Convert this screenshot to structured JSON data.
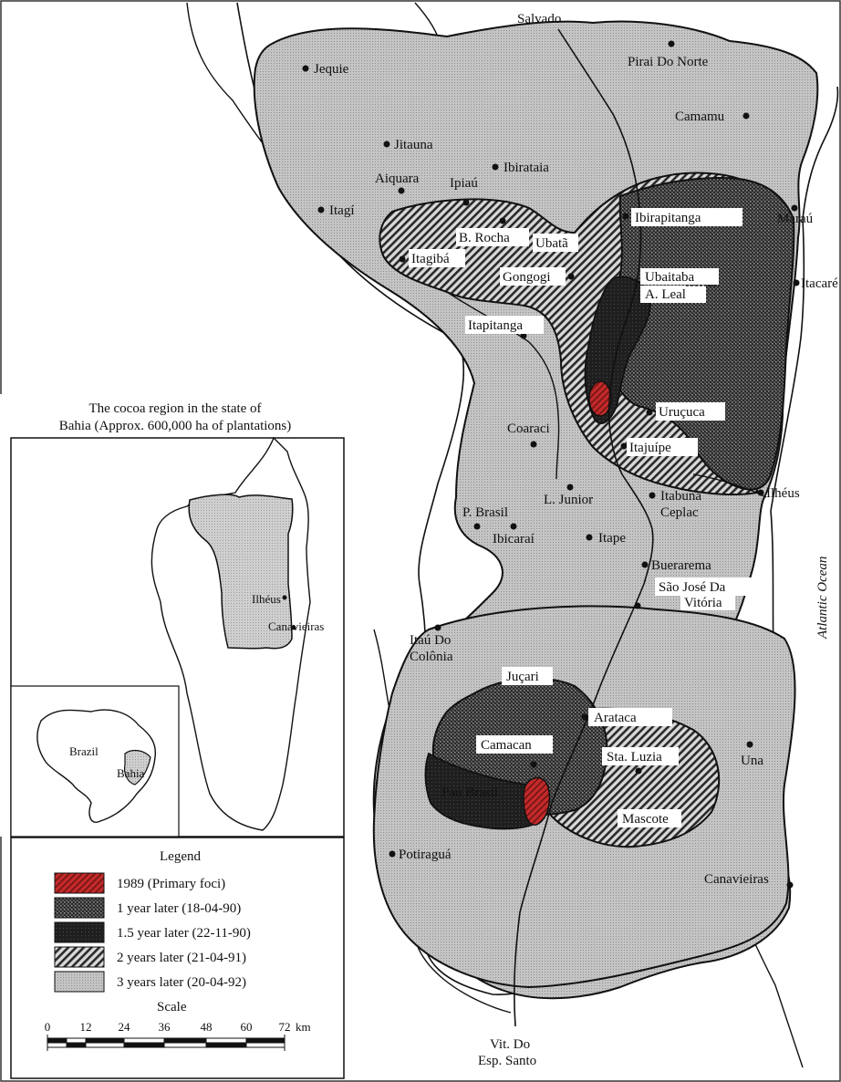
{
  "inset": {
    "title_line1": "The cocoa region in the state of",
    "title_line2": "Bahia (Approx. 600,000 ha of plantations)",
    "ilheus": "Ilhéus",
    "canavieiras": "Canavieiras",
    "brazil": "Brazil",
    "bahia": "Bahia"
  },
  "ocean_label": "Atlantic Ocean",
  "road_labels": {
    "top": "Salvado",
    "bottom_line1": "Vit. Do",
    "bottom_line2": "Esp. Santo"
  },
  "towns": {
    "jequie": "Jequie",
    "pirai": "Pirai Do Norte",
    "camamu": "Camamu",
    "jitauna": "Jitauna",
    "aiquara": "Aiquara",
    "ibirataia": "Ibirataia",
    "ipiau": "Ipiaú",
    "itagi": "Itagí",
    "marau": "Maraú",
    "itacare": "Itacaré",
    "ibirapitanga": "Ibirapitanga",
    "brocha": "B. Rocha",
    "ubata": "Ubatã",
    "itagiba": "Itagibá",
    "gongogi": "Gongogi",
    "ubaitaba": "Ubaitaba",
    "aleal": "A. Leal",
    "itapitanga": "Itapitanga",
    "urucuca": "Uruçuca",
    "coaraci": "Coaraci",
    "itajuipe": "Itajuípe",
    "ilheus": "Ilhéus",
    "ljunior": "L. Junior",
    "itabuna_line1": "Itabuna",
    "itabuna_line2": "Ceplac",
    "pbrasil": "P. Brasil",
    "ibicarai": "Ibicaraí",
    "itape": "Itape",
    "buerarema": "Buerarema",
    "saojose_line1": "São José Da",
    "saojose_line2": "Vitória",
    "itau_line1": "Itaú Do",
    "itau_line2": "Colônia",
    "jucari": "Juçari",
    "arataca": "Arataca",
    "camacan": "Camacan",
    "staluzia": "Sta. Luzia",
    "paubrasil": "Pau Brasil",
    "mascote": "Mascote",
    "una": "Una",
    "potiragua": "Potiraguá",
    "canavieiras": "Canavieiras"
  },
  "legend": {
    "title": "Legend",
    "items": [
      {
        "label": "1989 (Primary foci)",
        "pattern": "red"
      },
      {
        "label": "1 year later (18-04-90)",
        "pattern": "dense"
      },
      {
        "label": "1.5 year later (22-11-90)",
        "pattern": "dark"
      },
      {
        "label": "2 years later (21-04-91)",
        "pattern": "hatch"
      },
      {
        "label": "3 years later (20-04-92)",
        "pattern": "light"
      }
    ]
  },
  "scale": {
    "title": "Scale",
    "ticks": [
      "0",
      "12",
      "24",
      "36",
      "48",
      "60",
      "72"
    ],
    "unit": "km"
  },
  "colors": {
    "primary_foci": "#c42a2a",
    "light_fill": "#bdbdbd",
    "dark_fill": "#262626"
  }
}
